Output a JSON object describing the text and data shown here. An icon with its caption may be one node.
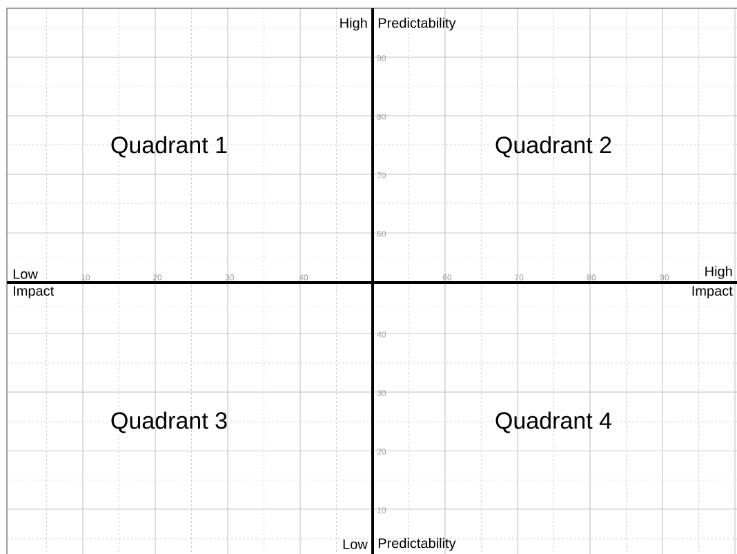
{
  "diagram": {
    "labels": [
      "High",
      "Predictability",
      "90",
      "80",
      "Quadrant 1",
      "Quadrant 2",
      "70",
      "60",
      "Low",
      "10",
      "20",
      "30",
      "40",
      "60",
      "70",
      "80",
      "90",
      "High",
      "Impact",
      "Impact",
      "40",
      "30",
      "Quadrant 3",
      "Quadrant 4",
      "20",
      "10",
      "Low",
      "Predictability"
    ]
  }
}
